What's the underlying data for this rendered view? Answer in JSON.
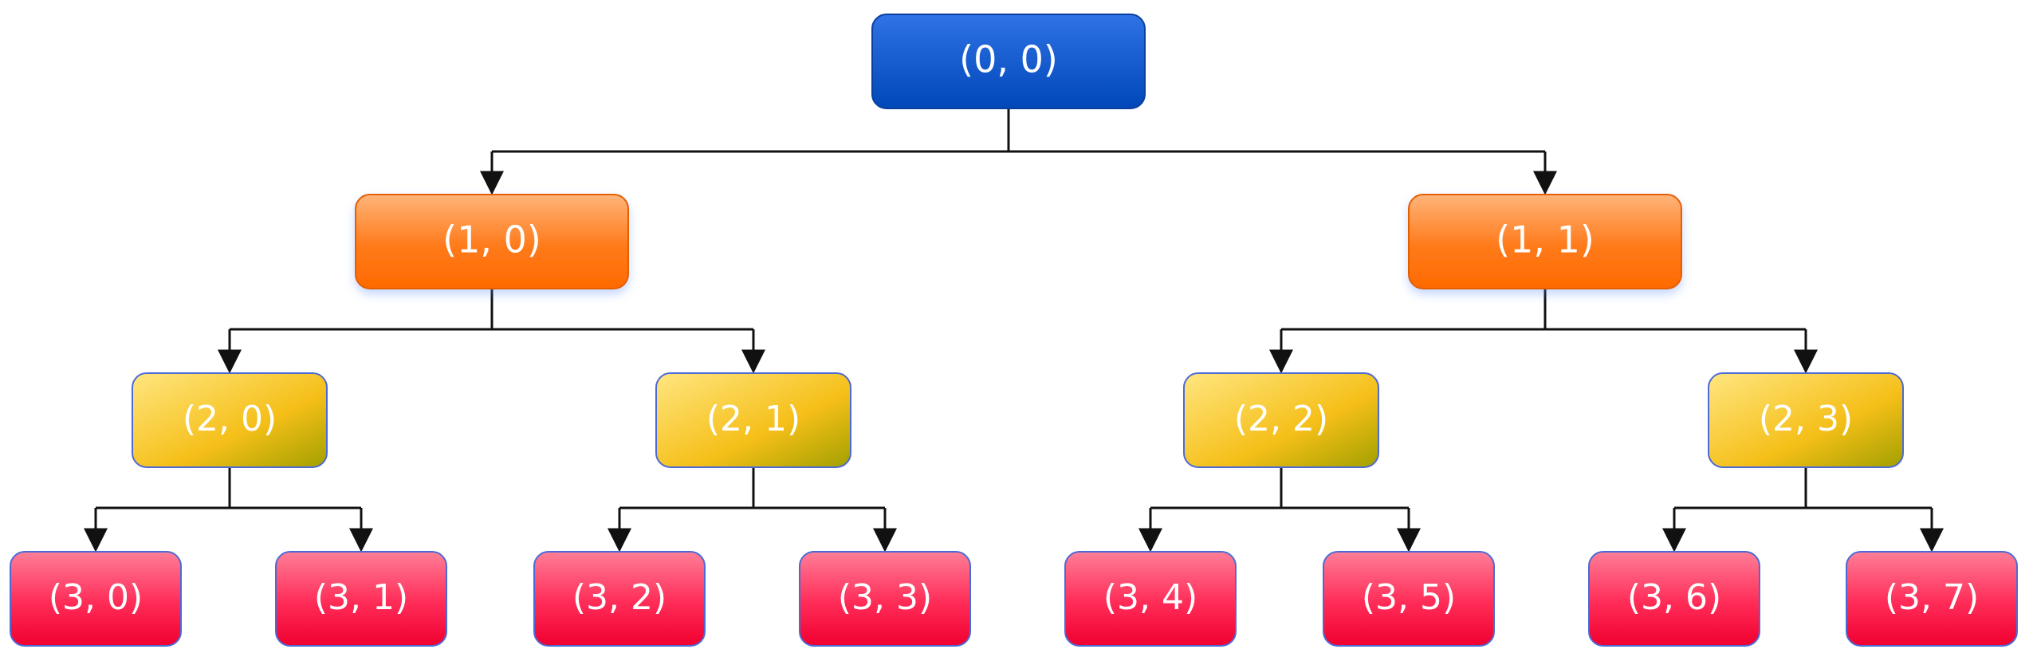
{
  "tree": {
    "colors": {
      "level_0": [
        "#1f63d6",
        "#0047b8"
      ],
      "level_1": [
        "#ff9a4a",
        "#ff6a00"
      ],
      "level_2": [
        "#ffe066",
        "#f3b300"
      ],
      "level_3": [
        "#ff5e80",
        "#f00030"
      ],
      "edge": "#111111"
    },
    "levels": [
      {
        "nodes": [
          {
            "label": "(0,  0)"
          }
        ]
      },
      {
        "nodes": [
          {
            "label": "(1,  0)"
          },
          {
            "label": "(1,  1)"
          }
        ]
      },
      {
        "nodes": [
          {
            "label": "(2,  0)"
          },
          {
            "label": "(2,  1)"
          },
          {
            "label": "(2,  2)"
          },
          {
            "label": "(2,  3)"
          }
        ]
      },
      {
        "nodes": [
          {
            "label": "(3,  0)"
          },
          {
            "label": "(3,  1)"
          },
          {
            "label": "(3,  2)"
          },
          {
            "label": "(3,  3)"
          },
          {
            "label": "(3,  4)"
          },
          {
            "label": "(3,  5)"
          },
          {
            "label": "(3,  6)"
          },
          {
            "label": "(3,  7)"
          }
        ]
      }
    ]
  }
}
